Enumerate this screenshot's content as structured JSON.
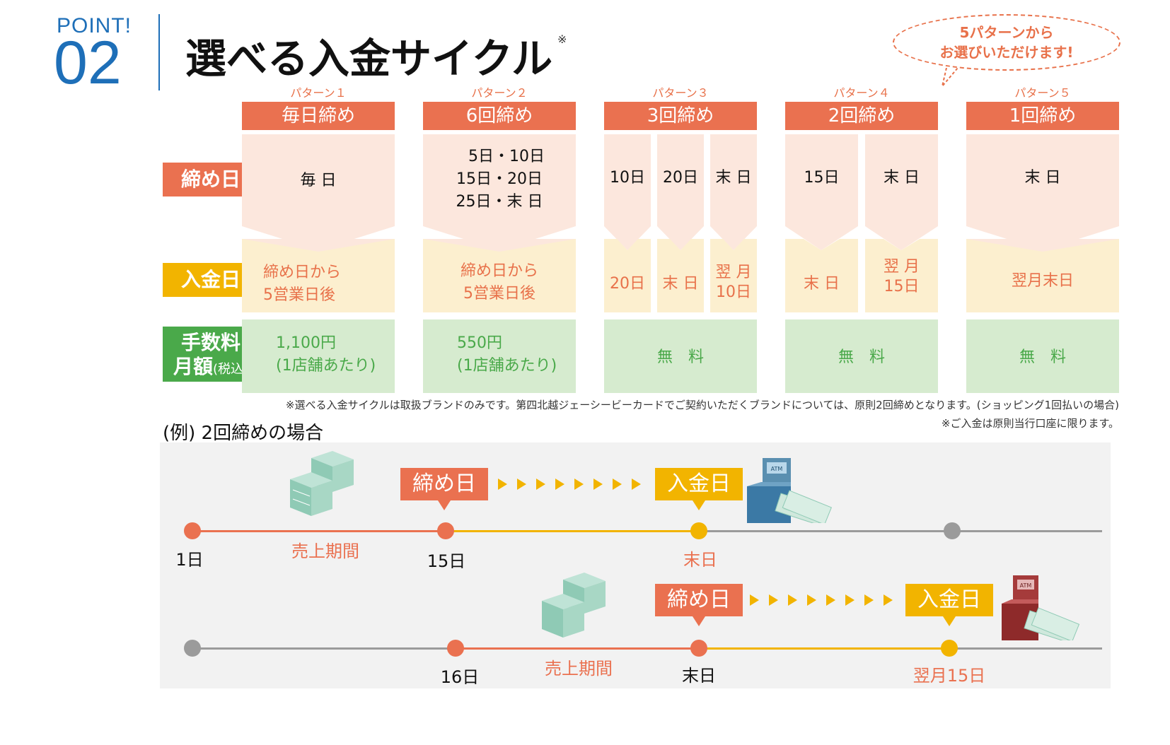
{
  "header": {
    "point_label": "POINT!",
    "point_number": "02",
    "title": "選べる入金サイクル",
    "title_mark": "※",
    "bubble_line1": "5パターンから",
    "bubble_line2": "お選びいただけます!"
  },
  "row_labels": {
    "close_day": "締め日",
    "pay_day": "入金日",
    "fee_line1": "手数料",
    "fee_line2": "月額",
    "fee_tax": "(税込)"
  },
  "patterns": [
    {
      "label": "パターン１",
      "name": "毎日締め",
      "close": [
        "毎 日"
      ],
      "pay": [
        "締め日から",
        "5営業日後"
      ],
      "fee": [
        "1,100円",
        "(1店舗あたり)"
      ]
    },
    {
      "label": "パターン２",
      "name": "6回締め",
      "close": [
        "5日・10日",
        "15日・20日",
        "25日・末 日"
      ],
      "pay": [
        "締め日から",
        "5営業日後"
      ],
      "fee": [
        "550円",
        "(1店舗あたり)"
      ]
    },
    {
      "label": "パターン３",
      "name": "3回締め",
      "close": [
        "10日",
        "20日",
        "末 日"
      ],
      "pay": [
        "20日",
        "末 日",
        "翌 月",
        "10日"
      ],
      "fee": [
        "無　料"
      ]
    },
    {
      "label": "パターン４",
      "name": "2回締め",
      "close": [
        "15日",
        "末 日"
      ],
      "pay": [
        "末 日",
        "翌 月",
        "15日"
      ],
      "fee": [
        "無　料"
      ]
    },
    {
      "label": "パターン５",
      "name": "1回締め",
      "close": [
        "末 日"
      ],
      "pay": [
        "翌月末日"
      ],
      "fee": [
        "無　料"
      ]
    }
  ],
  "notes": {
    "note1": "※選べる入金サイクルは取扱ブランドのみです。第四北越ジェーシービーカードでご契約いただくブランドについては、原則2回締めとなります。(ショッピング1回払いの場合)",
    "note2": "※ご入金は原則当行口座に限ります。"
  },
  "example": {
    "title": "(例) 2回締めの場合",
    "row1": {
      "start": "1日",
      "sales": "売上期間",
      "close_date": "15日",
      "pay_date": "末日",
      "close_tag": "締め日",
      "pay_tag": "入金日"
    },
    "row2": {
      "start": "16日",
      "sales": "売上期間",
      "close_date": "末日",
      "pay_date": "翌月15日",
      "close_tag": "締め日",
      "pay_tag": "入金日"
    },
    "atm_label": "ATM"
  },
  "colors": {
    "blue": "#1e6fb8",
    "orange": "#ea7150",
    "yellow": "#f2b400",
    "green": "#4aa94a",
    "gray": "#9b9b9b"
  }
}
